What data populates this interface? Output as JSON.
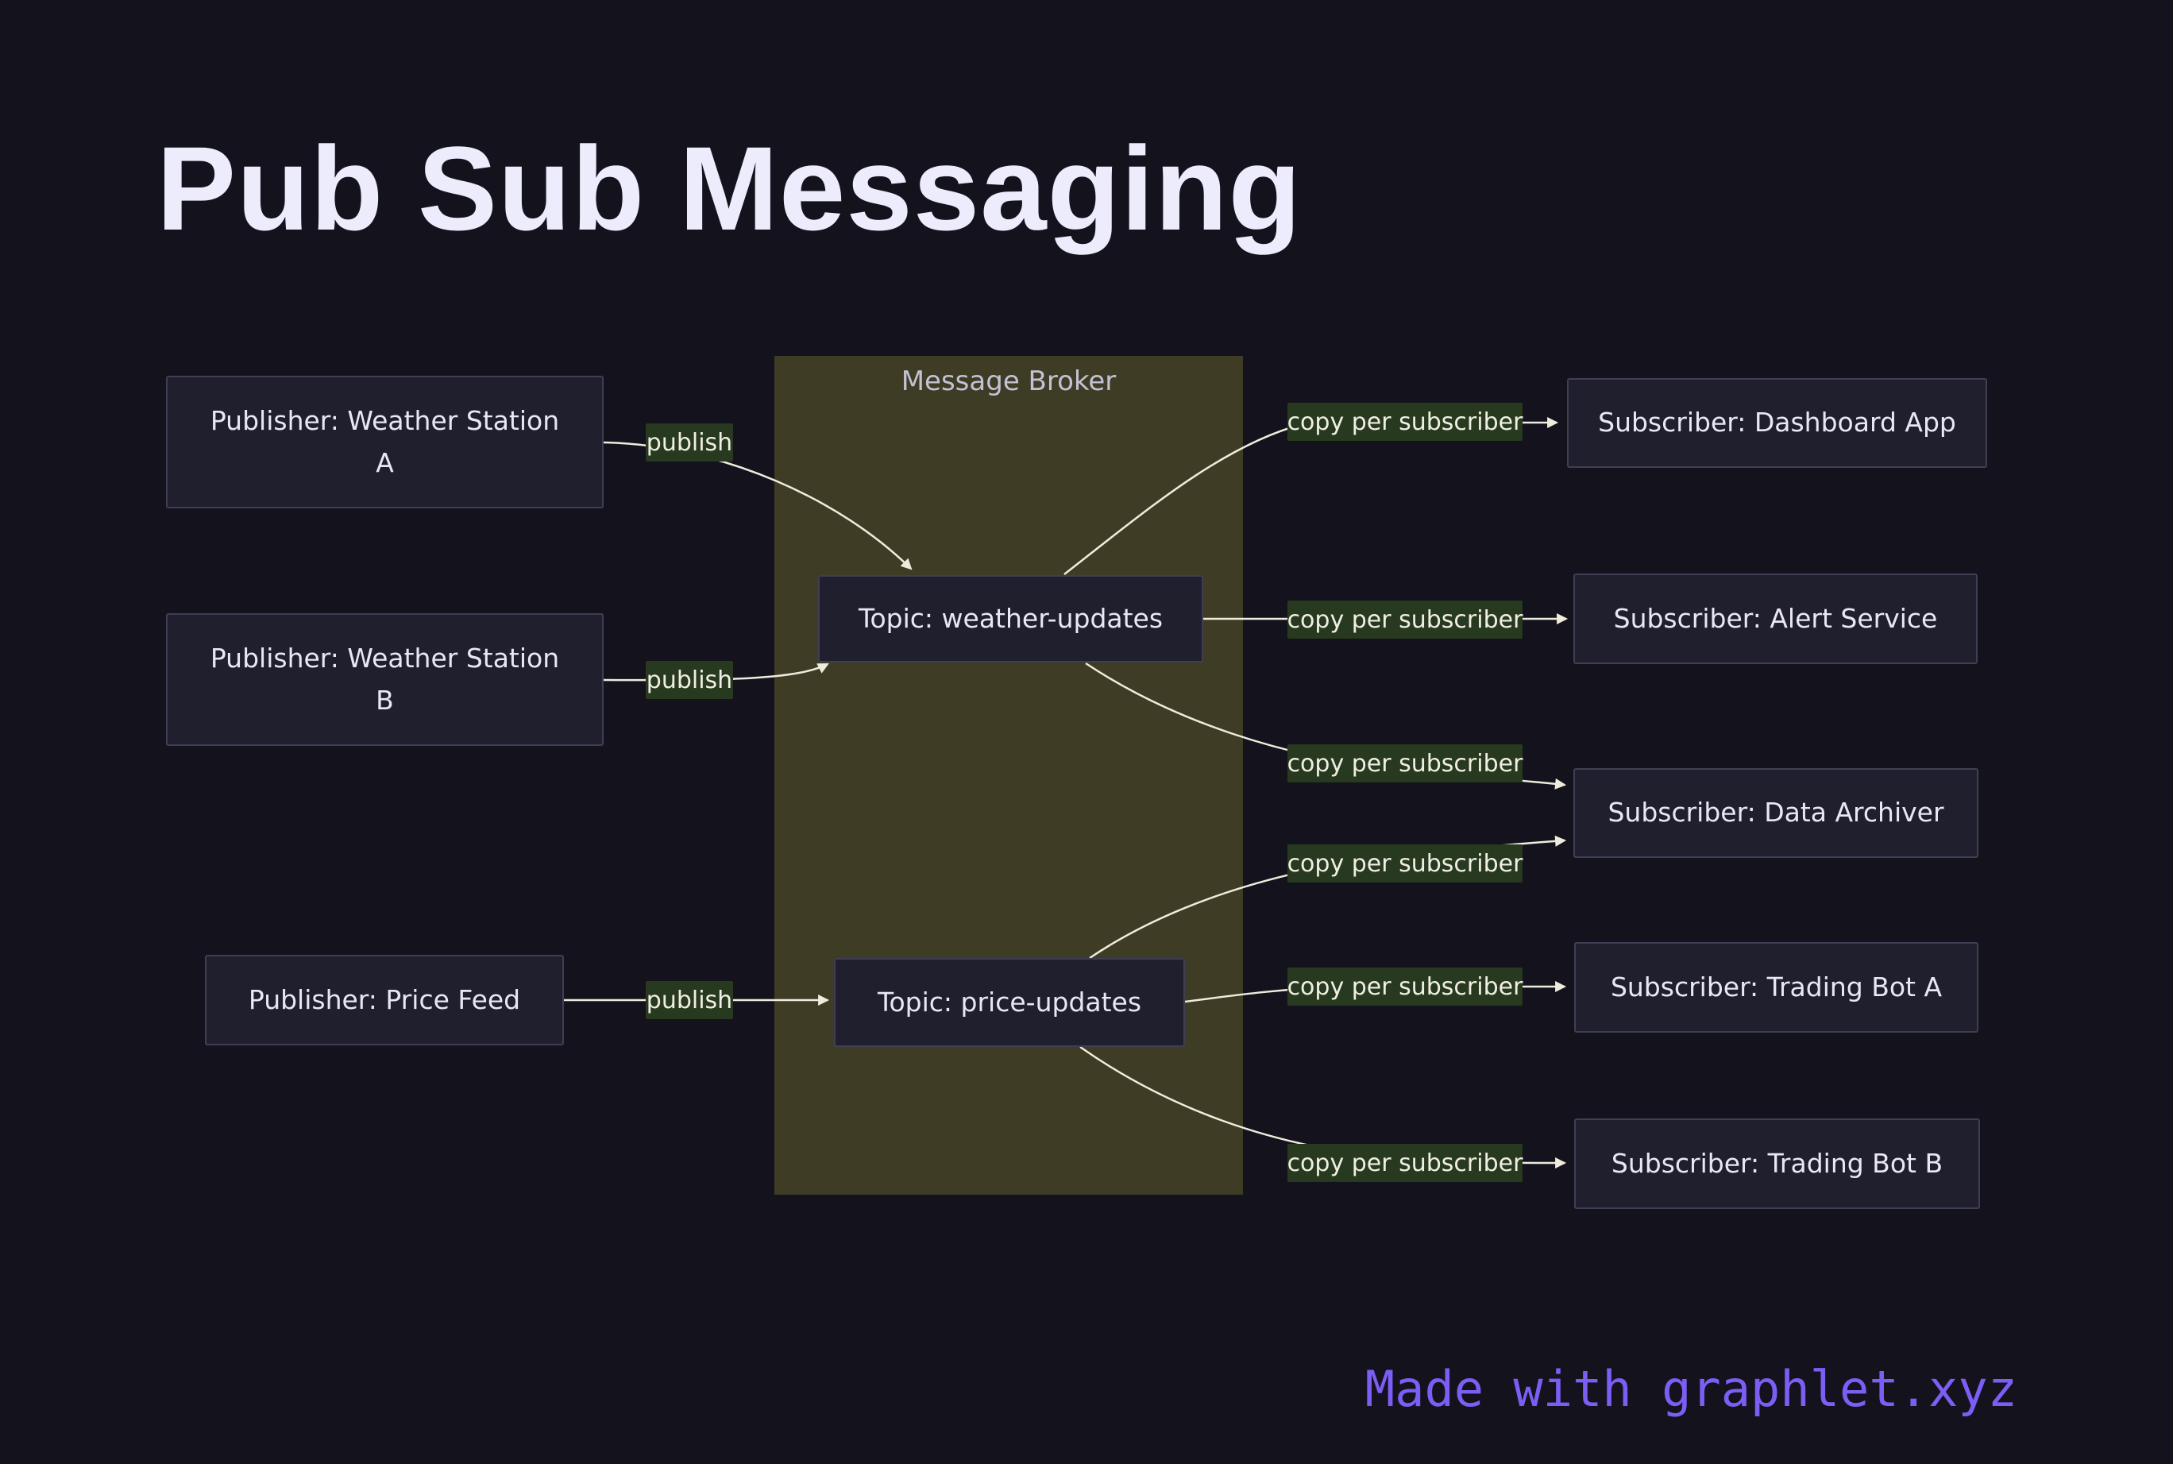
{
  "title": "Pub Sub Messaging",
  "attribution": "Made with graphlet.xyz",
  "broker": {
    "label": "Message Broker"
  },
  "nodes": {
    "pub_a": {
      "label": "Publisher: Weather Station\nA",
      "role": "publisher"
    },
    "pub_b": {
      "label": "Publisher: Weather Station\nB",
      "role": "publisher"
    },
    "pub_price": {
      "label": "Publisher: Price Feed",
      "role": "publisher"
    },
    "topic_weather": {
      "label": "Topic: weather-updates",
      "role": "topic"
    },
    "topic_price": {
      "label": "Topic: price-updates",
      "role": "topic"
    },
    "sub_dashboard": {
      "label": "Subscriber: Dashboard App",
      "role": "subscriber"
    },
    "sub_alert": {
      "label": "Subscriber: Alert Service",
      "role": "subscriber"
    },
    "sub_archiver": {
      "label": "Subscriber: Data Archiver",
      "role": "subscriber"
    },
    "sub_bot_a": {
      "label": "Subscriber: Trading Bot A",
      "role": "subscriber"
    },
    "sub_bot_b": {
      "label": "Subscriber: Trading Bot B",
      "role": "subscriber"
    }
  },
  "edges": [
    {
      "from": "pub_a",
      "to": "topic_weather",
      "label": "publish"
    },
    {
      "from": "pub_b",
      "to": "topic_weather",
      "label": "publish"
    },
    {
      "from": "pub_price",
      "to": "topic_price",
      "label": "publish"
    },
    {
      "from": "topic_weather",
      "to": "sub_dashboard",
      "label": "copy per subscriber"
    },
    {
      "from": "topic_weather",
      "to": "sub_alert",
      "label": "copy per subscriber"
    },
    {
      "from": "topic_weather",
      "to": "sub_archiver",
      "label": "copy per subscriber"
    },
    {
      "from": "topic_price",
      "to": "sub_archiver",
      "label": "copy per subscriber"
    },
    {
      "from": "topic_price",
      "to": "sub_bot_a",
      "label": "copy per subscriber"
    },
    {
      "from": "topic_price",
      "to": "sub_bot_b",
      "label": "copy per subscriber"
    }
  ],
  "colors": {
    "background": "#14131d",
    "node_fill": "#201f2e",
    "node_border": "#403e54",
    "node_text": "#e9e7f4",
    "broker_fill": "#3e3c25",
    "broker_label": "#c3c1d3",
    "edge_stroke": "#efecdd",
    "edge_label_bg": "#27391e",
    "edge_label_text": "#f0eee4",
    "title_text": "#edecfc",
    "attribution_text": "#7d5ef5"
  }
}
